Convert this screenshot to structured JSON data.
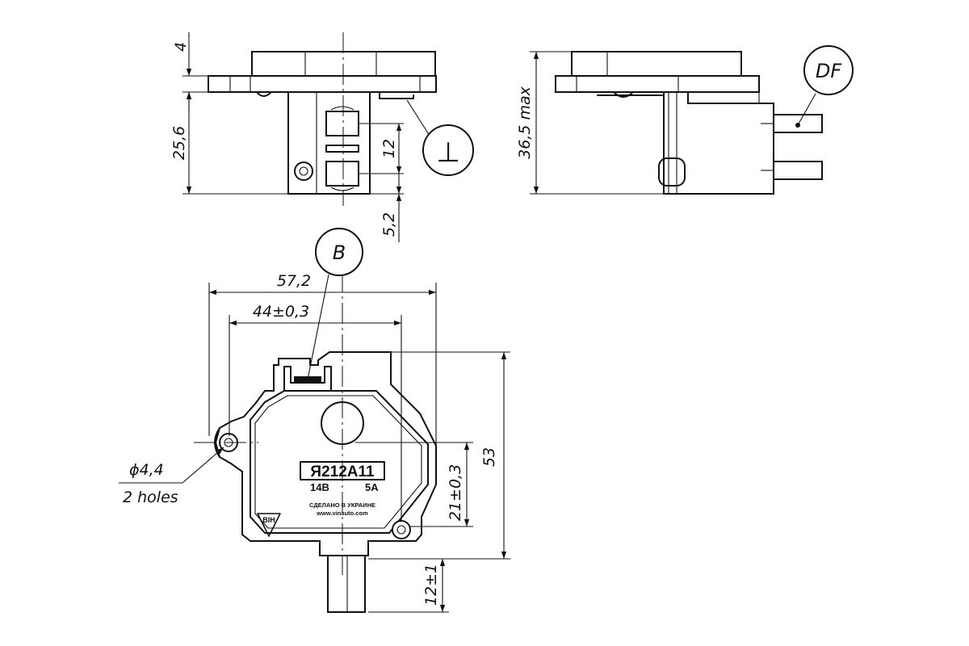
{
  "top_view": {
    "dimensions": {
      "d1": "4",
      "d2": "25,6",
      "d3": "12",
      "d4": "5,2"
    },
    "ground_symbol": "⊥"
  },
  "side_view": {
    "dimensions": {
      "height": "36,5 max"
    },
    "callout": "DF"
  },
  "front_view": {
    "callout": "B",
    "dimensions": {
      "width_total": "57,2",
      "width_holes": "44±0,3",
      "height": "53",
      "height_inner": "21±0,3",
      "lead": "12±1",
      "hole_dia": "ϕ4,4",
      "hole_count": "2 holes"
    },
    "label": {
      "model": "Я212А11",
      "voltage": "14В",
      "current": "5А",
      "made_in": "СДЕЛАНО В УКРАИНЕ",
      "website": "www.vinauto.com",
      "logo": "ВІН"
    }
  }
}
